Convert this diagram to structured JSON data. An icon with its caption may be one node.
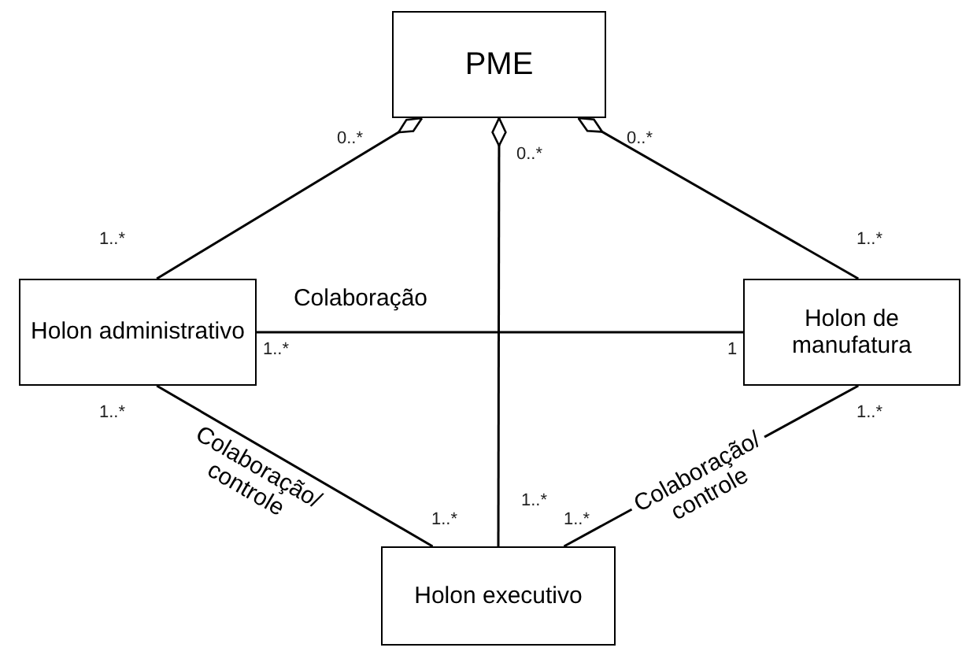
{
  "diagram": {
    "nodes": [
      {
        "text": [
          "PME"
        ]
      },
      {
        "text": [
          "Holon administrativo"
        ]
      },
      {
        "text": [
          "Holon de manufatura"
        ]
      },
      {
        "text": [
          "Holon executivo"
        ]
      }
    ],
    "edges": [
      {
        "from": 0,
        "to": 1,
        "arrow": "other"
      },
      {
        "from": 0,
        "to": 3,
        "arrow": "other"
      },
      {
        "from": 0,
        "to": 2,
        "arrow": "other"
      },
      {
        "from": 1,
        "to": 2,
        "arrow": "none",
        "label": "Colaboração"
      },
      {
        "from": 1,
        "to": 3,
        "arrow": "none",
        "label": "Colaboração/ controle"
      },
      {
        "from": 2,
        "to": 3,
        "arrow": "none",
        "label": "Colaboração/ controle"
      }
    ],
    "labels": [
      "0..*",
      "0..*",
      "0..*",
      "1..*",
      "1..*",
      "1..*",
      "1",
      "1..*",
      "1..*",
      "1..*",
      "1..*",
      "1..*"
    ]
  }
}
